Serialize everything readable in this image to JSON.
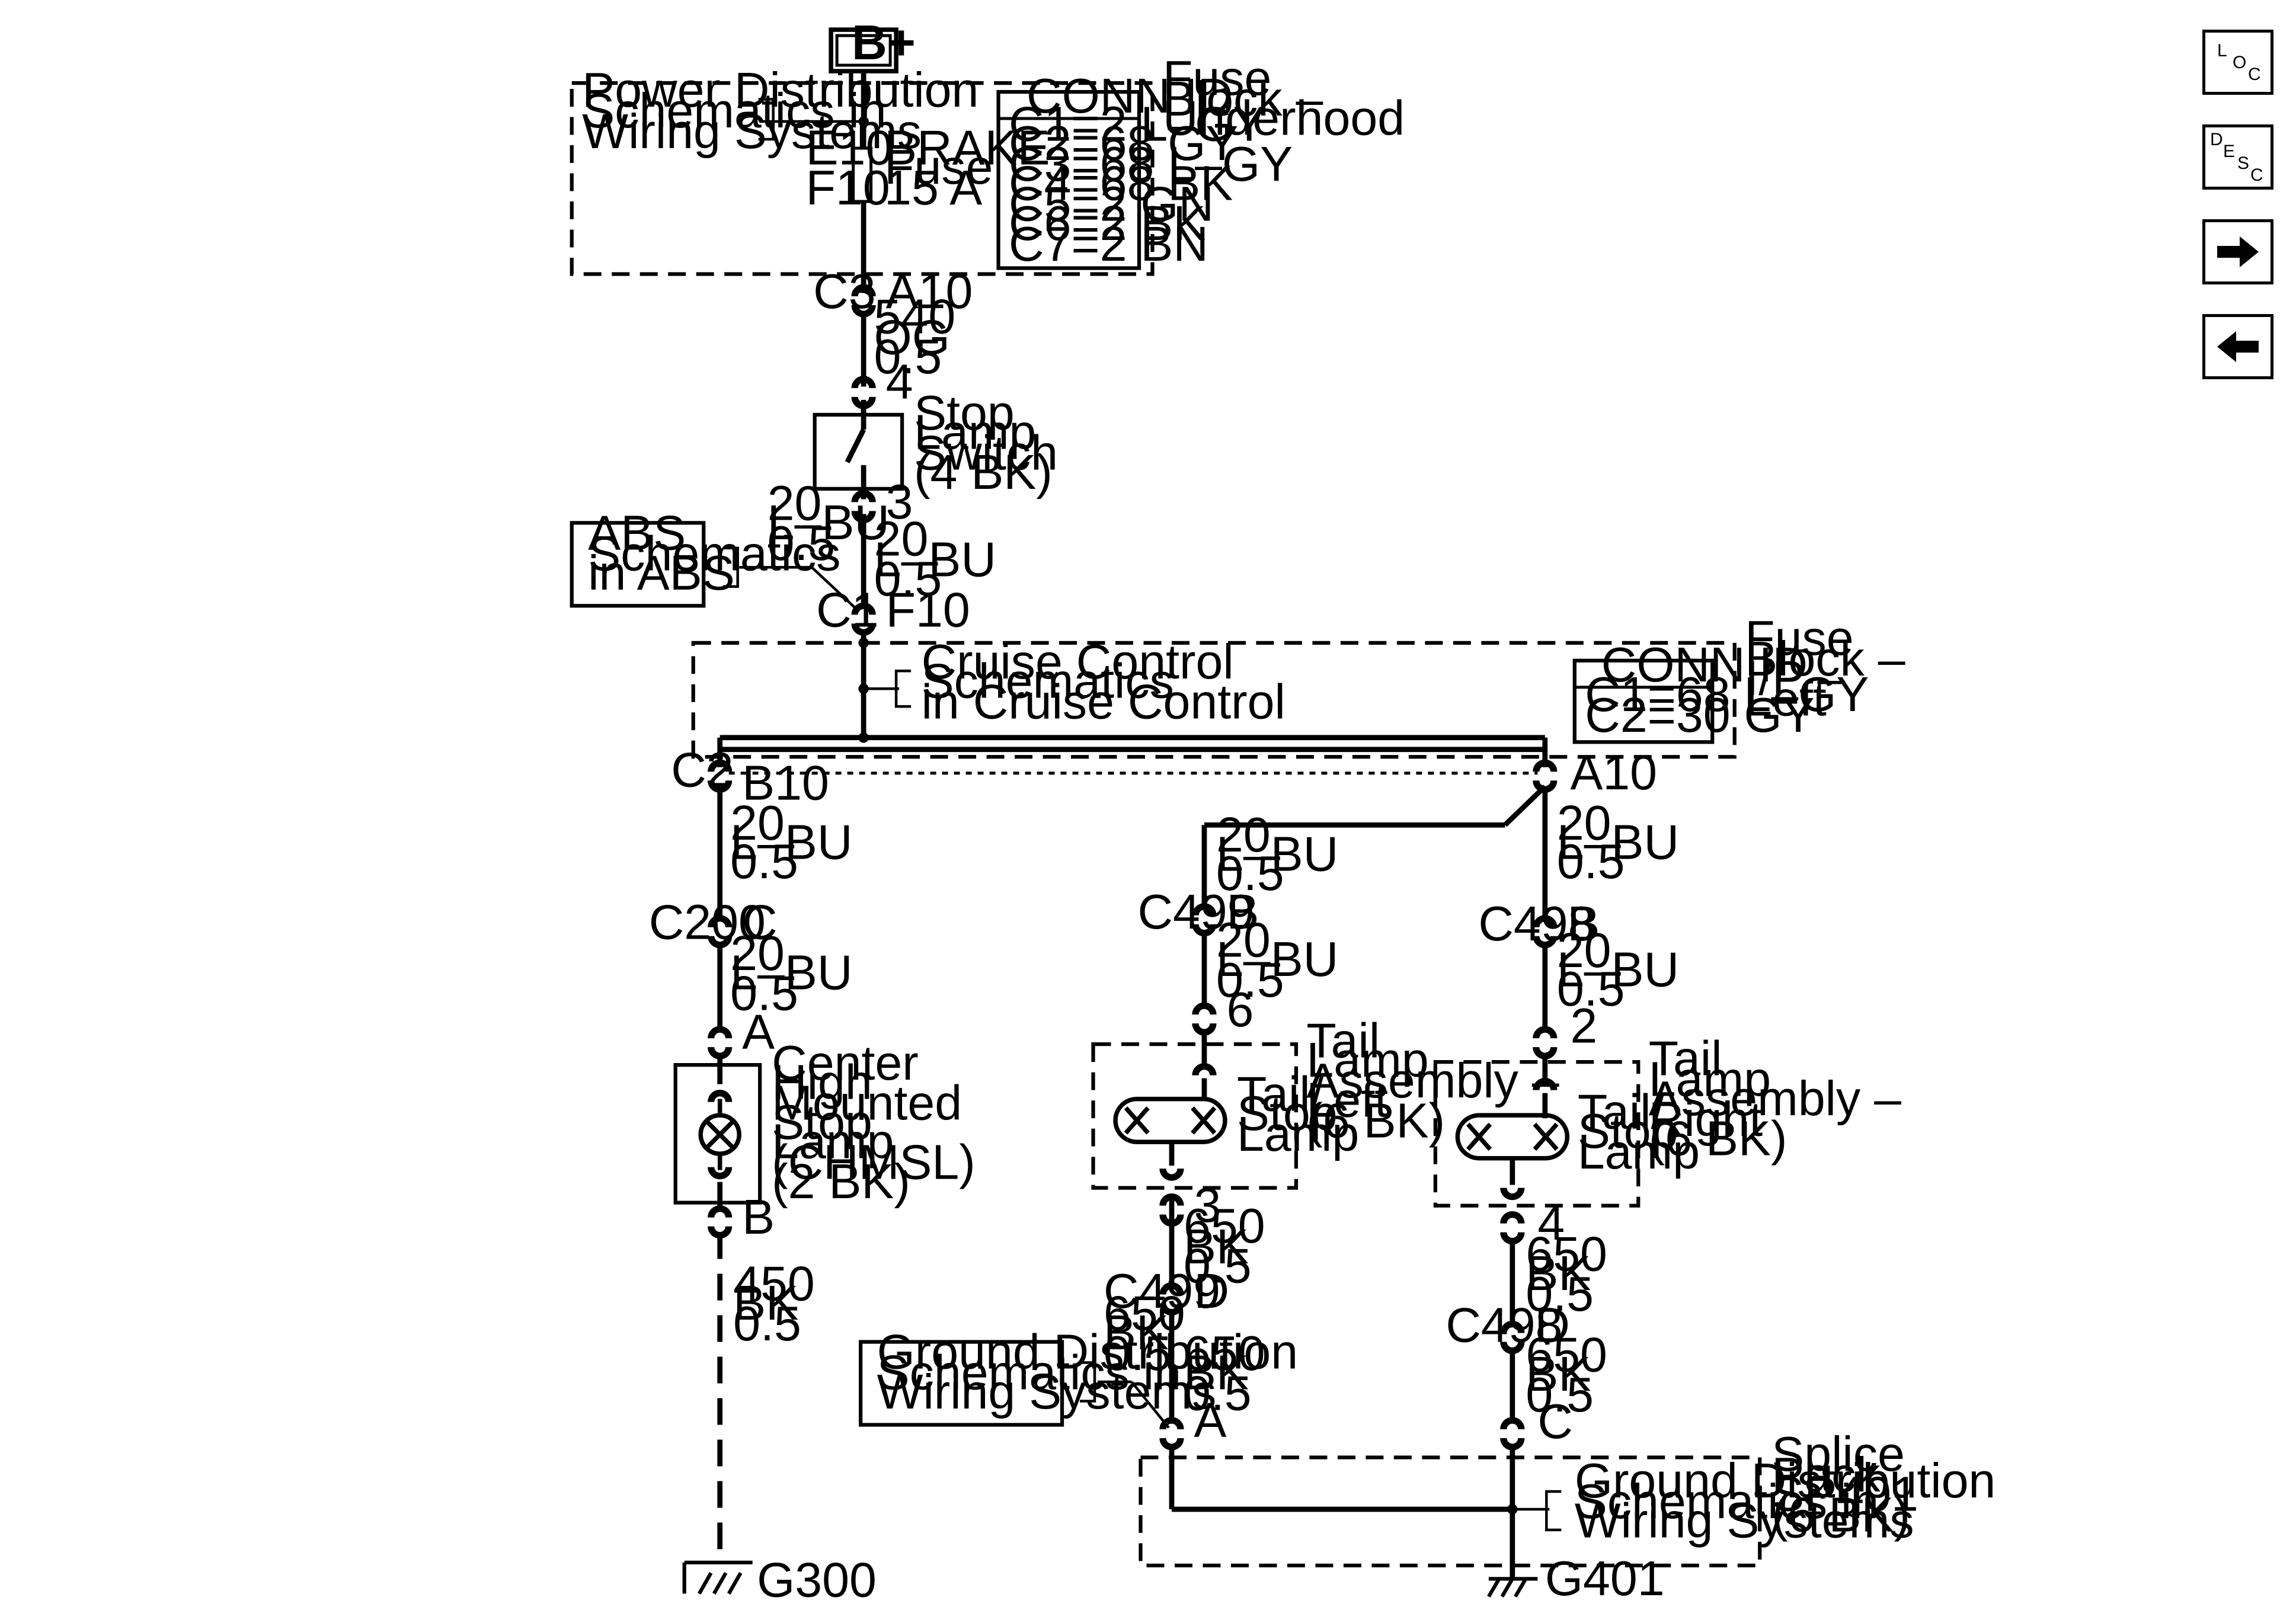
{
  "power": {
    "label": "B+"
  },
  "power_dist": {
    "line1": "Power Distribution",
    "line2": "Schematics in",
    "line3": "Wiring Systems"
  },
  "fuse_block_underhood": {
    "line1": "Fuse",
    "line2": "Block –",
    "line3": "Underhood"
  },
  "fuse": {
    "top_pin": "E10",
    "bottom_pin": "F10",
    "name": "BRAKE",
    "type": "Fuse",
    "rating": "15 A"
  },
  "conn_id_underhood": {
    "header": "CONN ID",
    "rows": [
      "C1=2 L–GY",
      "C2=68 GY",
      "C3=68 L–GY",
      "C4=68 BK",
      "C5=2 GN",
      "C6=2 BK",
      "C7=2 BN"
    ]
  },
  "c3": {
    "conn": "C3",
    "pin": "A10"
  },
  "wire_540": {
    "circuit": "540",
    "color": "OG",
    "size": "0.5"
  },
  "stop_switch": {
    "pin_top": "4",
    "pin_bottom": "3",
    "line1": "Stop",
    "line2": "Lamp",
    "line3": "Switch",
    "line4": "(4 BK)"
  },
  "abs_wire": {
    "circuit": "20",
    "color": "L–BU",
    "size": "0.5"
  },
  "main_wire_20": {
    "circuit": "20",
    "color": "L–BU",
    "size": "0.5"
  },
  "abs": {
    "line1": "ABS",
    "line2": "Schematics",
    "line3": "in ABS"
  },
  "c1": {
    "conn": "C1",
    "pin": "F10"
  },
  "cruise": {
    "line1": "Cruise Control",
    "line2": "Schematics",
    "line3": "in Cruise Control"
  },
  "fuse_block_ip": {
    "line1": "Fuse",
    "line2": "Block –",
    "line3": "I/P –",
    "line4": "Left"
  },
  "conn_id_ip": {
    "header": "CONN ID",
    "rows": [
      "C1=68 L–GY",
      "C2=30 GY"
    ]
  },
  "c2_left": {
    "conn": "C2",
    "pin": "B10"
  },
  "c2_right": {
    "pin": "A10"
  },
  "left_branch": {
    "wire_a": {
      "circuit": "20",
      "color": "L–BU",
      "size": "0.5"
    },
    "c200": {
      "conn": "C200",
      "pin": "C"
    },
    "wire_b": {
      "circuit": "20",
      "color": "L–BU",
      "size": "0.5"
    },
    "pin_a": "A",
    "pin_b": "B",
    "chmsl": {
      "line1": "Center",
      "line2": "High",
      "line3": "Mounted",
      "line4": "Stop",
      "line5": "Lamp",
      "line6": "(CHMSL)",
      "line7": "(2 BK)"
    },
    "ground_wire": {
      "circuit": "450",
      "color": "BK",
      "size": "0.5"
    },
    "ground": "G300"
  },
  "mid_branch": {
    "wire_a": {
      "circuit": "20",
      "color": "L–BU",
      "size": "0.5"
    },
    "c499_top": {
      "conn": "C499",
      "pin": "B"
    },
    "wire_b": {
      "circuit": "20",
      "color": "L–BU",
      "size": "0.5"
    },
    "pin_6": "6",
    "lamp_label": {
      "line1": "Tail/",
      "line2": "Stop",
      "line3": "Lamp"
    },
    "assembly": {
      "line1": "Tail",
      "line2": "Lamp",
      "line3": "Assembly –",
      "line4": "Left",
      "line5": "(6 BK)"
    },
    "pin_3": "3",
    "wire_c": {
      "circuit": "650",
      "color": "BK",
      "size": "0.5"
    },
    "c499_bottom": {
      "conn": "C499",
      "pin": "D"
    },
    "wire_d_left": {
      "circuit": "650",
      "color": "BK",
      "size": "0.5"
    },
    "wire_d_right": {
      "circuit": "650",
      "color": "BK",
      "size": "0.5"
    },
    "ground_dist": {
      "line1": "Ground Distribution",
      "line2": "Schematics in",
      "line3": "Wiring Systems"
    },
    "pin_a": "A"
  },
  "right_branch": {
    "wire_a": {
      "circuit": "20",
      "color": "L–BU",
      "size": "0.5"
    },
    "c498_top": {
      "conn": "C498",
      "pin": "B"
    },
    "wire_b": {
      "circuit": "20",
      "color": "L–BU",
      "size": "0.5"
    },
    "pin_2": "2",
    "lamp_label": {
      "line1": "Tail/",
      "line2": "Stop",
      "line3": "Lamp"
    },
    "assembly": {
      "line1": "Tail",
      "line2": "Lamp",
      "line3": "Assembly –",
      "line4": "Right",
      "line5": "(6 BK)"
    },
    "pin_4": "4",
    "wire_c": {
      "circuit": "650",
      "color": "BK",
      "size": "0.5"
    },
    "c498_bottom": {
      "conn": "C498",
      "pin": "D"
    },
    "wire_d": {
      "circuit": "650",
      "color": "BK",
      "size": "0.5"
    },
    "pin_c": "C"
  },
  "splice": {
    "ground_dist": {
      "line1": "Ground Distribution",
      "line2": "Schematics in",
      "line3": "Wiring Systems"
    },
    "label": {
      "line1": "Splice",
      "line2": "Pack",
      "line3": "SP401",
      "line4": "(6 BK)"
    },
    "ground": "G401"
  },
  "nav": {
    "loc": {
      "l1": "L",
      "l2": "O",
      "l3": "C"
    },
    "desc": {
      "l1": "D",
      "l2": "E",
      "l3": "S",
      "l4": "C"
    },
    "icons": [
      "arrow-right-icon",
      "arrow-left-icon"
    ]
  }
}
